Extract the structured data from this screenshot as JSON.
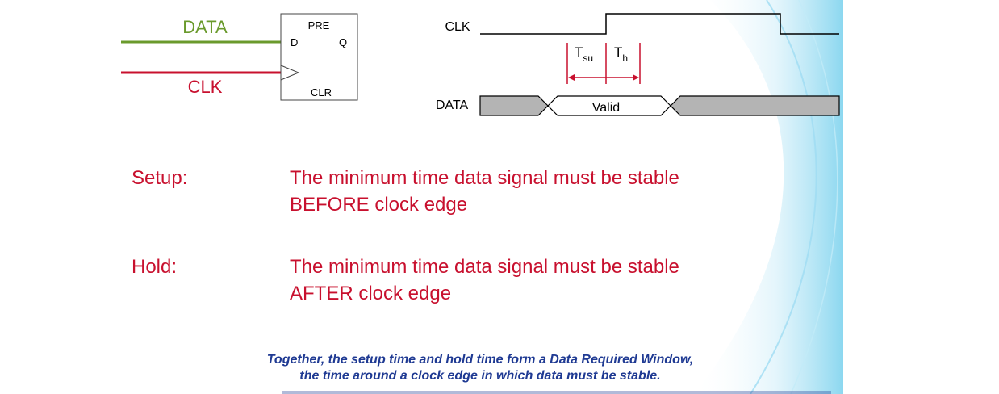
{
  "colors": {
    "data_wire": "#6a9a2c",
    "clk_wire": "#c8102e",
    "definition_text": "#c8102e",
    "timing_annotation": "#c8102e",
    "waveform_line": "#000000",
    "invalid_data_fill": "#b4b4b4",
    "footnote_text": "#1f3a93",
    "background_swirl": "#7fd3ee"
  },
  "flipflop": {
    "data_wire_label": "DATA",
    "clk_wire_label": "CLK",
    "pin_pre": "PRE",
    "pin_d": "D",
    "pin_q": "Q",
    "pin_clr": "CLR"
  },
  "timing": {
    "clk_label": "CLK",
    "data_label": "DATA",
    "valid_label": "Valid",
    "tsu_main": "T",
    "tsu_sub": "su",
    "th_main": "T",
    "th_sub": "h"
  },
  "definitions": [
    {
      "term": "Setup:",
      "text": "The minimum time data signal must be stable\nBEFORE clock edge"
    },
    {
      "term": "Hold:",
      "text": "The minimum time data signal must be stable\nAFTER clock edge"
    }
  ],
  "footnote": {
    "line1": "Together, the setup time and hold time form a Data Required Window,",
    "line2": "the time around a clock edge in which data must be stable."
  }
}
